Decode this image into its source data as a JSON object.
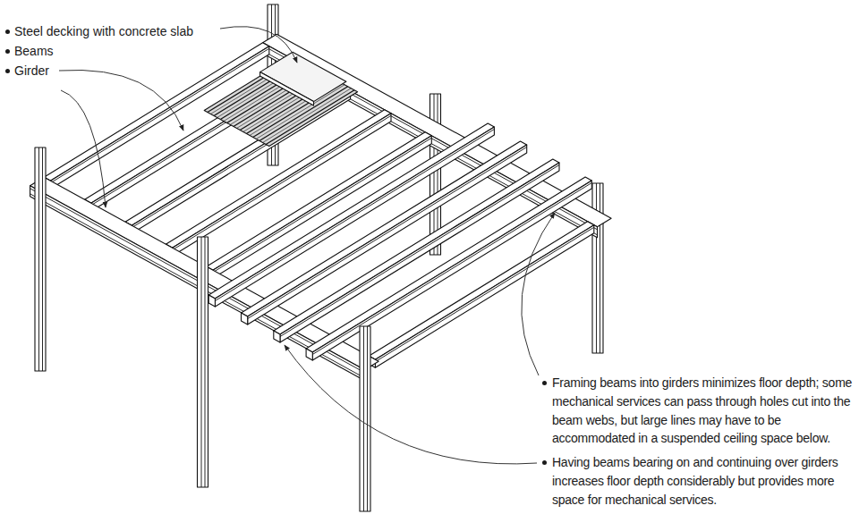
{
  "diagram": {
    "labels": [
      "Steel decking with concrete slab",
      "Beams",
      "Girder",
      "Framing beams into girders minimizes floor depth; some mechanical services can pass through holes cut into the beam webs, but large lines may have to be accommodated in a suspended ceiling space below.",
      "Having beams bearing on and continuing over girders increases floor depth considerably but provides more space for mechanical services."
    ]
  }
}
